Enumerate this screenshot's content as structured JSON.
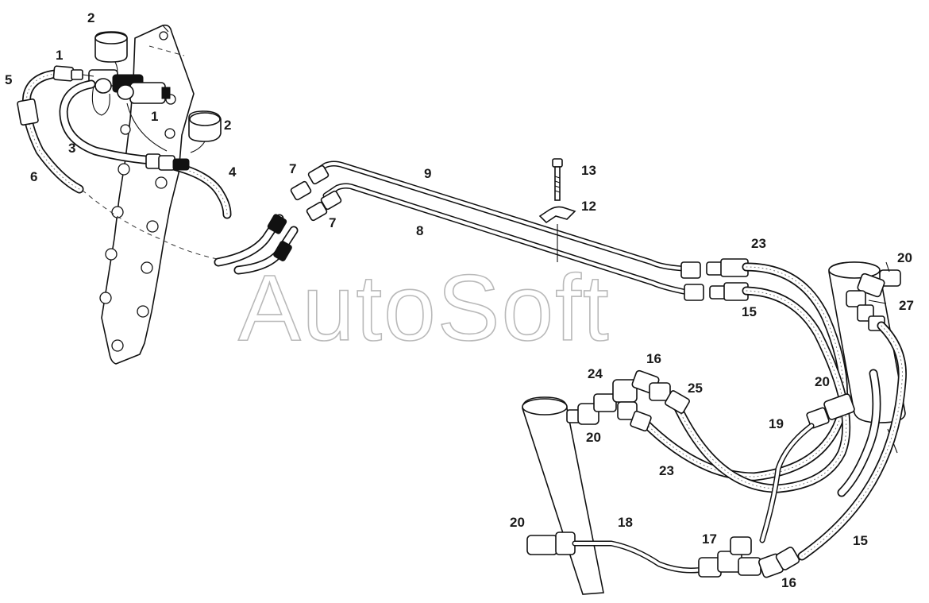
{
  "watermark": "AutoSoft",
  "callouts": [
    {
      "id": "c1a",
      "text": "1"
    },
    {
      "id": "c1b",
      "text": "1"
    },
    {
      "id": "c2a",
      "text": "2"
    },
    {
      "id": "c2b",
      "text": "2"
    },
    {
      "id": "c3",
      "text": "3"
    },
    {
      "id": "c4",
      "text": "4"
    },
    {
      "id": "c5",
      "text": "5"
    },
    {
      "id": "c6",
      "text": "6"
    },
    {
      "id": "c7a",
      "text": "7"
    },
    {
      "id": "c7b",
      "text": "7"
    },
    {
      "id": "c8",
      "text": "8"
    },
    {
      "id": "c9",
      "text": "9"
    },
    {
      "id": "c12",
      "text": "12"
    },
    {
      "id": "c13",
      "text": "13"
    },
    {
      "id": "c15a",
      "text": "15"
    },
    {
      "id": "c15b",
      "text": "15"
    },
    {
      "id": "c16a",
      "text": "16"
    },
    {
      "id": "c16b",
      "text": "16"
    },
    {
      "id": "c17",
      "text": "17"
    },
    {
      "id": "c18",
      "text": "18"
    },
    {
      "id": "c19",
      "text": "19"
    },
    {
      "id": "c20a",
      "text": "20"
    },
    {
      "id": "c20b",
      "text": "20"
    },
    {
      "id": "c20c",
      "text": "20"
    },
    {
      "id": "c20d",
      "text": "20"
    },
    {
      "id": "c23a",
      "text": "23"
    },
    {
      "id": "c23b",
      "text": "23"
    },
    {
      "id": "c24",
      "text": "24"
    },
    {
      "id": "c25",
      "text": "25"
    },
    {
      "id": "c27",
      "text": "27"
    }
  ]
}
